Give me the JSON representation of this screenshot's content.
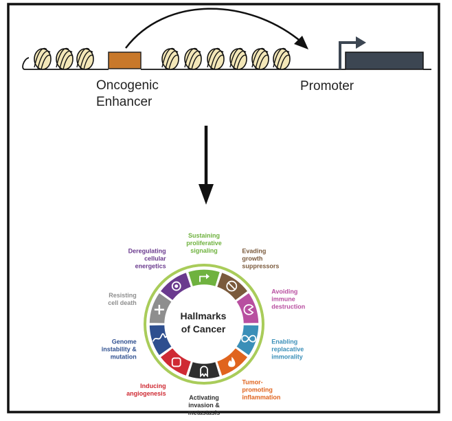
{
  "top_diagram": {
    "enhancer_label_line1": "Oncogenic",
    "enhancer_label_line2": "Enhancer",
    "promoter_label": "Promoter",
    "colors": {
      "enhancer": "#c8782a",
      "gene": "#3c4652",
      "nucleosome": "#f3e7b8",
      "line": "#111111"
    }
  },
  "hallmarks": {
    "center_line1": "Hallmarks",
    "center_line2": "of Cancer",
    "items": [
      {
        "label": [
          "Sustaining",
          "proliferative",
          "signaling"
        ],
        "color": "#6fb23f",
        "icon": "arrow-icon"
      },
      {
        "label": [
          "Evading",
          "growth",
          "suppressors"
        ],
        "color": "#7a5a3c",
        "icon": "no-sign-icon"
      },
      {
        "label": [
          "Avoiding",
          "immune",
          "destruction"
        ],
        "color": "#b84fa0",
        "icon": "pacman-icon"
      },
      {
        "label": [
          "Enabling",
          "replacative",
          "immorality"
        ],
        "color": "#3a8fb8",
        "icon": "infinity-icon"
      },
      {
        "label": [
          "Tumor-",
          "promoting",
          "inflammation"
        ],
        "color": "#e0641e",
        "icon": "flame-icon"
      },
      {
        "label": [
          "Activating",
          "invasion &",
          "metastasis"
        ],
        "color": "#2e2e2e",
        "icon": "cell-icon"
      },
      {
        "label": [
          "Inducing",
          "angiogenesis"
        ],
        "color": "#cf2a33",
        "icon": "vessel-icon"
      },
      {
        "label": [
          "Genome",
          "instability &",
          "mutation"
        ],
        "color": "#2e4f8f",
        "icon": "dna-icon"
      },
      {
        "label": [
          "Resisting",
          "cell death"
        ],
        "color": "#8e8e8e",
        "icon": "plus-icon"
      },
      {
        "label": [
          "Deregulating",
          "cellular",
          "energetics"
        ],
        "color": "#6a3a8e",
        "icon": "atom-icon"
      }
    ]
  }
}
